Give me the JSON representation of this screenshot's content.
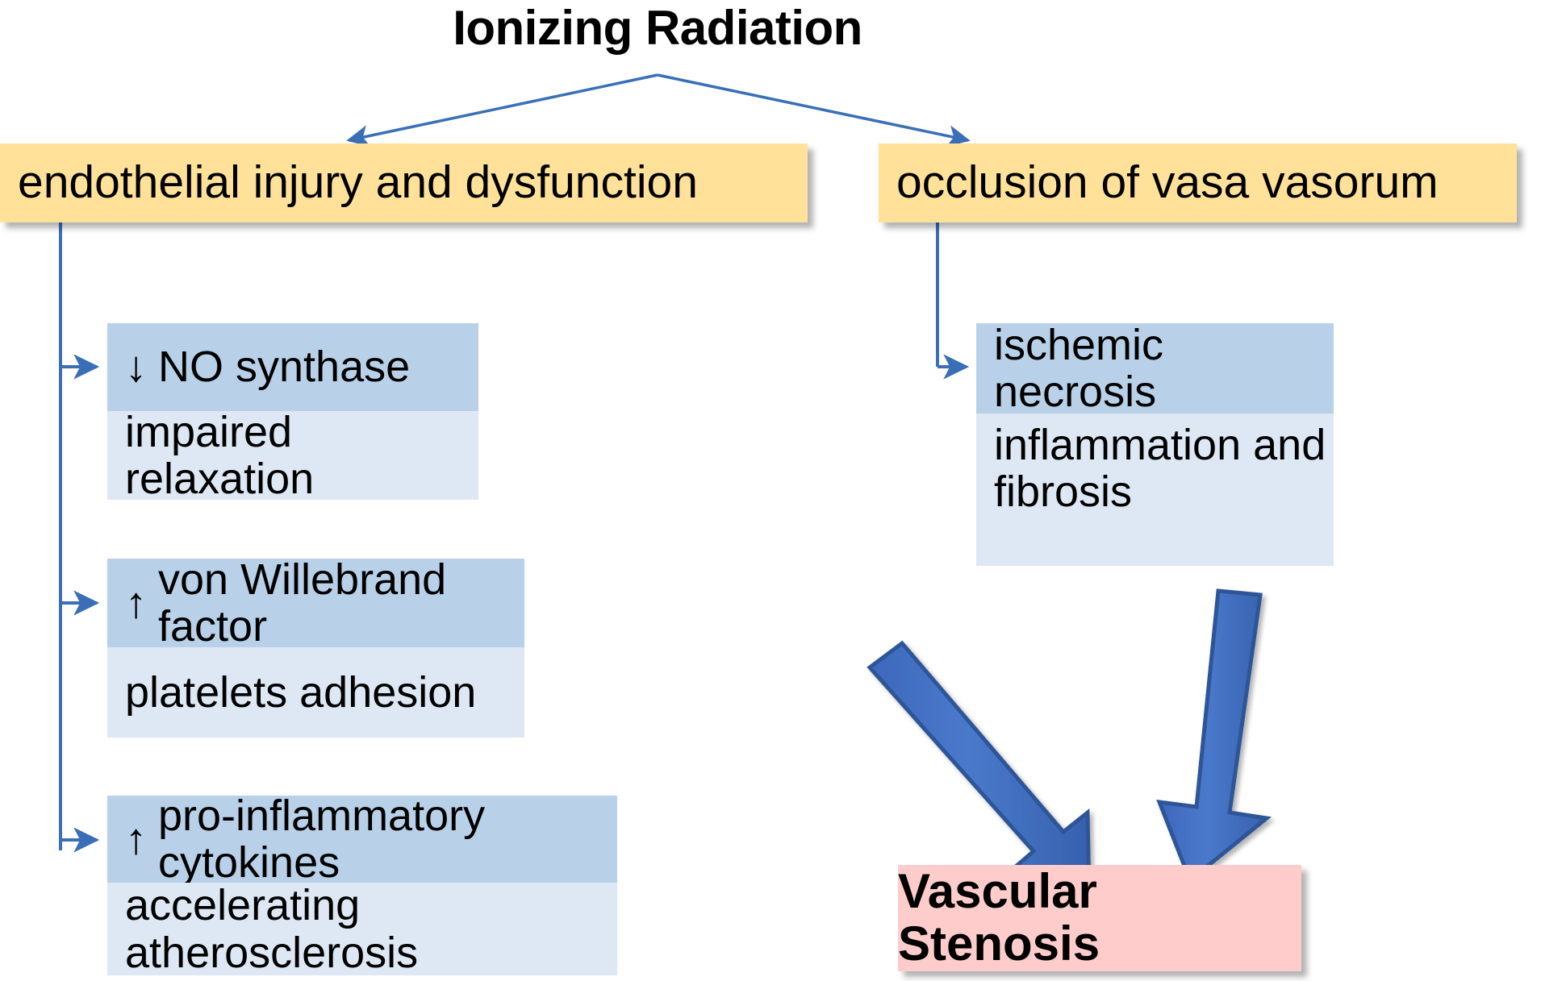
{
  "title": {
    "text": "Ionizing Radiation"
  },
  "colors": {
    "yellow_box": "#FFE199",
    "blue_dark": "#B8D1E8",
    "blue_light": "#DDE8F4",
    "pink_box": "#FFCCCC",
    "connector_blue": "#3A6FB8",
    "thick_arrow_fill": "#4472C4",
    "thick_arrow_stroke": "#2E5597",
    "text": "#000000",
    "background": "#FFFFFF"
  },
  "branches": {
    "left": {
      "header": "endothelial injury and dysfunction",
      "groups": [
        {
          "cause": "↓ NO synthase",
          "effect": "impaired relaxation"
        },
        {
          "cause": "↑ von Willebrand factor",
          "effect": "platelets adhesion"
        },
        {
          "cause": "↑ pro-inflammatory cytokines",
          "effect": "accelerating atherosclerosis"
        }
      ]
    },
    "right": {
      "header": "occlusion of vasa vasorum",
      "groups": [
        {
          "cause": "ischemic necrosis",
          "effect": "inflammation and fibrosis"
        }
      ]
    }
  },
  "outcome": {
    "label": "Vascular Stenosis"
  },
  "icons": {
    "down_arrow": "↓",
    "up_arrow": "↑",
    "branch_arrow": "arrow-right-icon",
    "thick_arrow": "thick-arrow-icon"
  }
}
